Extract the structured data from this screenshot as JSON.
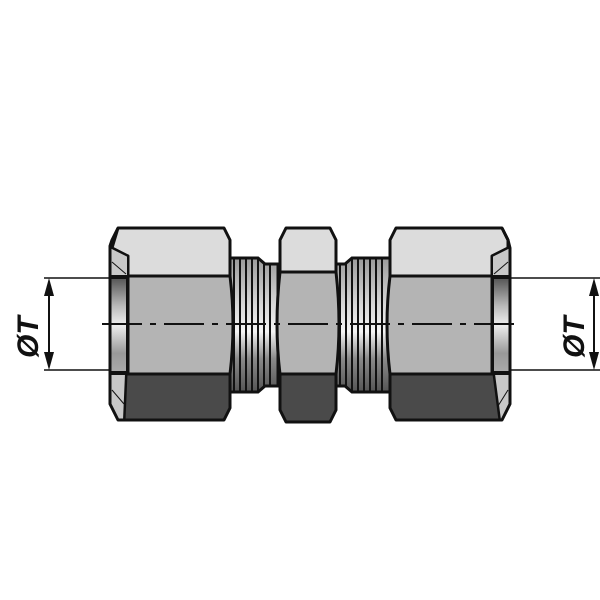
{
  "diagram": {
    "subject": "Straight union tube fitting (compression fitting) with two nuts and central hex body",
    "labels": {
      "left_dimension": "ØT",
      "right_dimension": "ØT"
    },
    "parts": [
      {
        "name": "left-union-nut",
        "type": "hex nut"
      },
      {
        "name": "left-thread",
        "type": "threaded section"
      },
      {
        "name": "center-hex-body",
        "type": "hex body"
      },
      {
        "name": "right-thread",
        "type": "threaded section"
      },
      {
        "name": "right-union-nut",
        "type": "hex nut"
      }
    ],
    "colors": {
      "background": "#ffffff",
      "outline": "#111111",
      "face_light": "#dcdcdc",
      "face_mid": "#b4b4b4",
      "face_dark": "#4a4a4a",
      "chamfer": "#c8c8c8"
    }
  }
}
